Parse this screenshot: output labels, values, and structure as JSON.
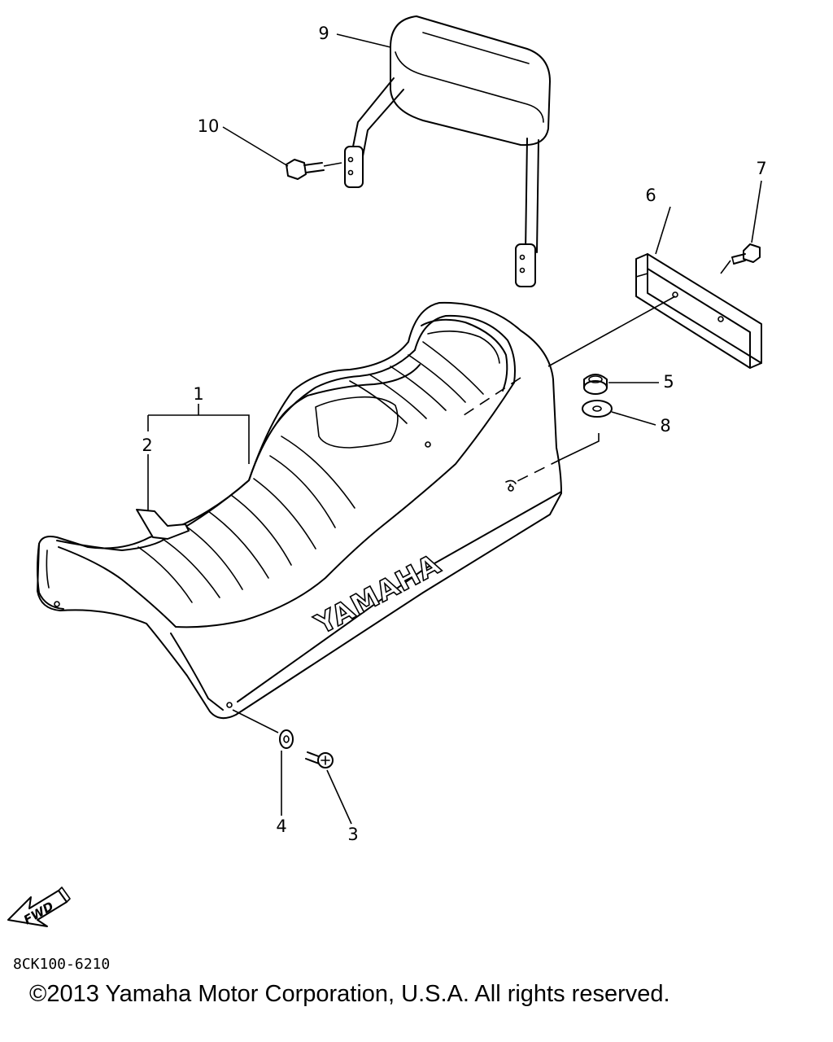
{
  "diagram": {
    "callouts": [
      {
        "id": "1",
        "label": "1"
      },
      {
        "id": "2",
        "label": "2"
      },
      {
        "id": "3",
        "label": "3"
      },
      {
        "id": "4",
        "label": "4"
      },
      {
        "id": "5",
        "label": "5"
      },
      {
        "id": "6",
        "label": "6"
      },
      {
        "id": "7",
        "label": "7"
      },
      {
        "id": "8",
        "label": "8"
      },
      {
        "id": "9",
        "label": "9"
      },
      {
        "id": "10",
        "label": "10"
      }
    ],
    "seat_logo_text": "YAMAHA",
    "fwd_arrow_text": "FWD",
    "diagram_id": "8CK100-6210",
    "copyright": "©2013 Yamaha Motor Corporation, U.S.A. All rights reserved."
  }
}
